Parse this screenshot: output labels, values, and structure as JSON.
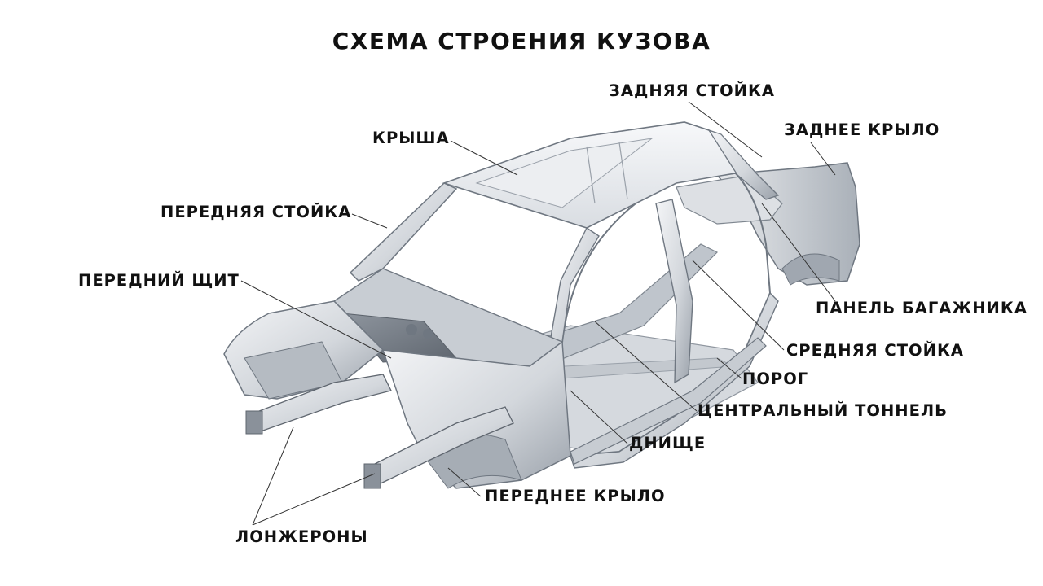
{
  "title": "СХЕМА СТРОЕНИЯ КУЗОВА",
  "labels": {
    "roof": "КРЫША",
    "a_pillar": "ПЕРЕДНЯЯ СТОЙКА",
    "firewall": "ПЕРЕДНИЙ ЩИТ",
    "c_pillar": "ЗАДНЯЯ СТОЙКА",
    "rear_fender": "ЗАДНЕЕ КРЫЛО",
    "trunk_panel": "ПАНЕЛЬ БАГАЖНИКА",
    "b_pillar": "СРЕДНЯЯ СТОЙКА",
    "sill": "ПОРОГ",
    "center_tunnel": "ЦЕНТРАЛЬНЫЙ ТОННЕЛЬ",
    "floor": "ДНИЩЕ",
    "front_fender": "ПЕРЕДНЕЕ КРЫЛО",
    "side_members": "ЛОНЖЕРОНЫ"
  },
  "colors": {
    "metal_light": "#eef0f3",
    "metal_mid": "#c9ced5",
    "metal_dark": "#7d858f",
    "text": "#111111"
  }
}
